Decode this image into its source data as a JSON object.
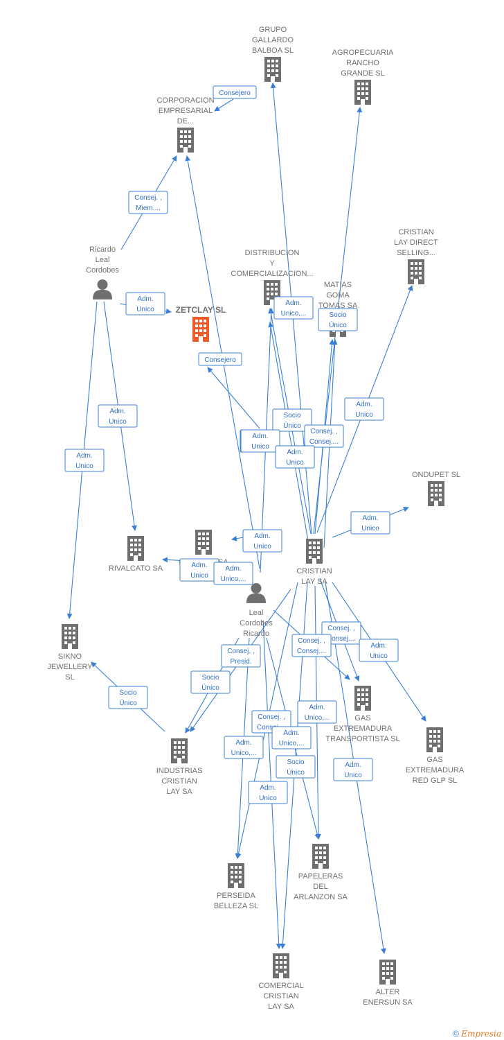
{
  "colors": {
    "edge": "#3a7fd5",
    "company": "#6f6f6f",
    "focus": "#f05a28",
    "person": "#6f6f6f"
  },
  "nodes": [
    {
      "id": "grupo",
      "kind": "company",
      "label": [
        "GRUPO",
        "GALLARDO",
        "BALBOA  SL"
      ]
    },
    {
      "id": "agro",
      "kind": "company",
      "label": [
        "AGROPECUARIA",
        "RANCHO",
        "GRANDE SL"
      ]
    },
    {
      "id": "corpo",
      "kind": "company",
      "label": [
        "CORPORACION",
        "EMPRESARIAL",
        "DE..."
      ]
    },
    {
      "id": "clds",
      "kind": "company",
      "label": [
        "CRISTIAN",
        "LAY DIRECT",
        "SELLING..."
      ]
    },
    {
      "id": "distri",
      "kind": "company",
      "label": [
        "DISTRIBUCION",
        "Y",
        "COMERCIALIZACION..."
      ]
    },
    {
      "id": "matias",
      "kind": "company",
      "label": [
        "MATIAS",
        "GOMA",
        "TOMAS SA"
      ]
    },
    {
      "id": "ricardo",
      "kind": "person",
      "label": [
        "Ricardo",
        "Leal",
        "Cordobes"
      ]
    },
    {
      "id": "zetclay",
      "kind": "focus",
      "label": [
        "ZETCLAY  SL"
      ]
    },
    {
      "id": "ondupet",
      "kind": "company",
      "label": [
        "ONDUPET  SL"
      ]
    },
    {
      "id": "rivalcato",
      "kind": "company",
      "label": [
        "RIVALCATO SA"
      ]
    },
    {
      "id": "ondu2",
      "kind": "company",
      "label": [
        "ONDUPAK SA"
      ]
    },
    {
      "id": "cristianlay",
      "kind": "company",
      "label": [
        "CRISTIAN",
        "LAY SA"
      ]
    },
    {
      "id": "lealperson",
      "kind": "person",
      "label": [
        "Leal",
        "Cordobes",
        "Ricardo"
      ]
    },
    {
      "id": "sikno",
      "kind": "company",
      "label": [
        "SIKNO",
        "JEWELLERY",
        "SL"
      ]
    },
    {
      "id": "gasext",
      "kind": "company",
      "label": [
        "GAS",
        "EXTREMADURA",
        "TRANSPORTISTA SL"
      ]
    },
    {
      "id": "gasglp",
      "kind": "company",
      "label": [
        "GAS",
        "EXTREMADURA",
        "RED GLP  SL"
      ]
    },
    {
      "id": "industrias",
      "kind": "company",
      "label": [
        "INDUSTRIAS",
        "CRISTIAN",
        "LAY SA"
      ]
    },
    {
      "id": "papeleras",
      "kind": "company",
      "label": [
        "PAPELERAS",
        "DEL",
        "ARLANZON SA"
      ]
    },
    {
      "id": "perseida",
      "kind": "company",
      "label": [
        "PERSEIDA",
        "BELLEZA  SL"
      ]
    },
    {
      "id": "comercial",
      "kind": "company",
      "label": [
        "COMERCIAL",
        "CRISTIAN",
        "LAY SA"
      ]
    },
    {
      "id": "alter",
      "kind": "company",
      "label": [
        "ALTER",
        "ENERSUN SA"
      ]
    }
  ],
  "edge_labels": [
    [
      "Consejero"
    ],
    [
      "Consej. ,",
      "Miem...."
    ],
    [
      "Adm.",
      "Unico"
    ],
    [
      "Consejero"
    ],
    [
      "Adm.",
      "Unico,..."
    ],
    [
      "Socio",
      "Único"
    ],
    [
      "Adm.",
      "Unico"
    ],
    [
      "Adm.",
      "Unico"
    ],
    [
      "Adm.",
      "Unico"
    ],
    [
      "Adm.",
      "Unico"
    ],
    [
      "Socio",
      "Único"
    ],
    [
      "Socio",
      "Único"
    ],
    [
      "Consej. ,",
      "Consej...."
    ],
    [
      "Adm.",
      "Unico,..."
    ],
    [
      "Adm.",
      "Unico"
    ],
    [
      "Adm.",
      "Unico"
    ],
    [
      "Consej. ,",
      "Consej...."
    ],
    [
      "Adm.",
      "Unico"
    ],
    [
      "Adm.",
      "Unico"
    ],
    [
      "Consej. ,",
      "Consej...."
    ],
    [
      "Adm.",
      "Unico"
    ],
    [
      "Adm.",
      "Unico,..."
    ],
    [
      "Adm.",
      "Unico"
    ],
    [
      "Socio",
      "Único"
    ],
    [
      "Adm.",
      "Unico,..."
    ],
    [
      "Socio",
      "Único"
    ],
    [
      "Consej. ,",
      "Consej...."
    ],
    [
      "Consej. ,",
      "Consej...."
    ],
    [
      "Adm.",
      "Unico,..."
    ],
    [
      "Consej. ,",
      "Presid."
    ],
    [
      "Adm.",
      "Unico"
    ]
  ],
  "footer": {
    "symbol": "©",
    "brand": "Empresia"
  }
}
